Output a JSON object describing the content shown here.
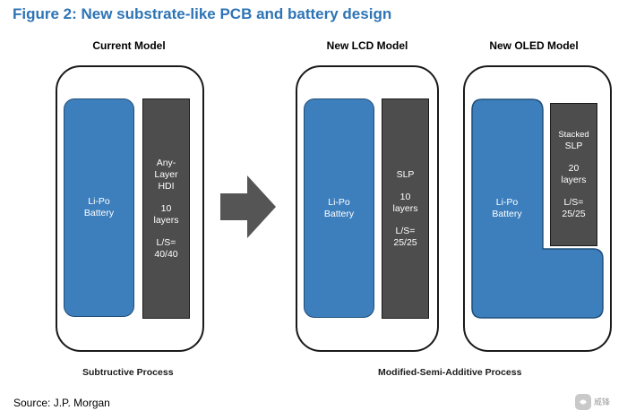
{
  "figure_title": "Figure 2: New substrate-like PCB and battery design",
  "models": {
    "current": {
      "title": "Current Model",
      "battery_line1": "Li-Po",
      "battery_line2": "Battery",
      "pcb_lines": [
        "Any-",
        "Layer",
        "HDI",
        "",
        "10",
        "layers",
        "",
        "L/S=",
        "40/40"
      ]
    },
    "lcd": {
      "title": "New LCD Model",
      "battery_line1": "Li-Po",
      "battery_line2": "Battery",
      "pcb_lines": [
        "SLP",
        "",
        "10",
        "layers",
        "",
        "L/S=",
        "25/25"
      ]
    },
    "oled": {
      "title": "New OLED Model",
      "battery_line1": "Li-Po",
      "battery_line2": "Battery",
      "pcb_lines": [
        "Stacked",
        "SLP",
        "",
        "20",
        "layers",
        "",
        "L/S=",
        "25/25"
      ]
    }
  },
  "process_labels": {
    "left": "Subtructive Process",
    "right": "Modified-Semi-Additive Process"
  },
  "source": "Source: J.P. Morgan",
  "watermark": "威锋",
  "colors": {
    "title": "#2e74b5",
    "battery": "#3d7fbd",
    "pcb": "#4d4d4d",
    "arrow": "#555555"
  }
}
